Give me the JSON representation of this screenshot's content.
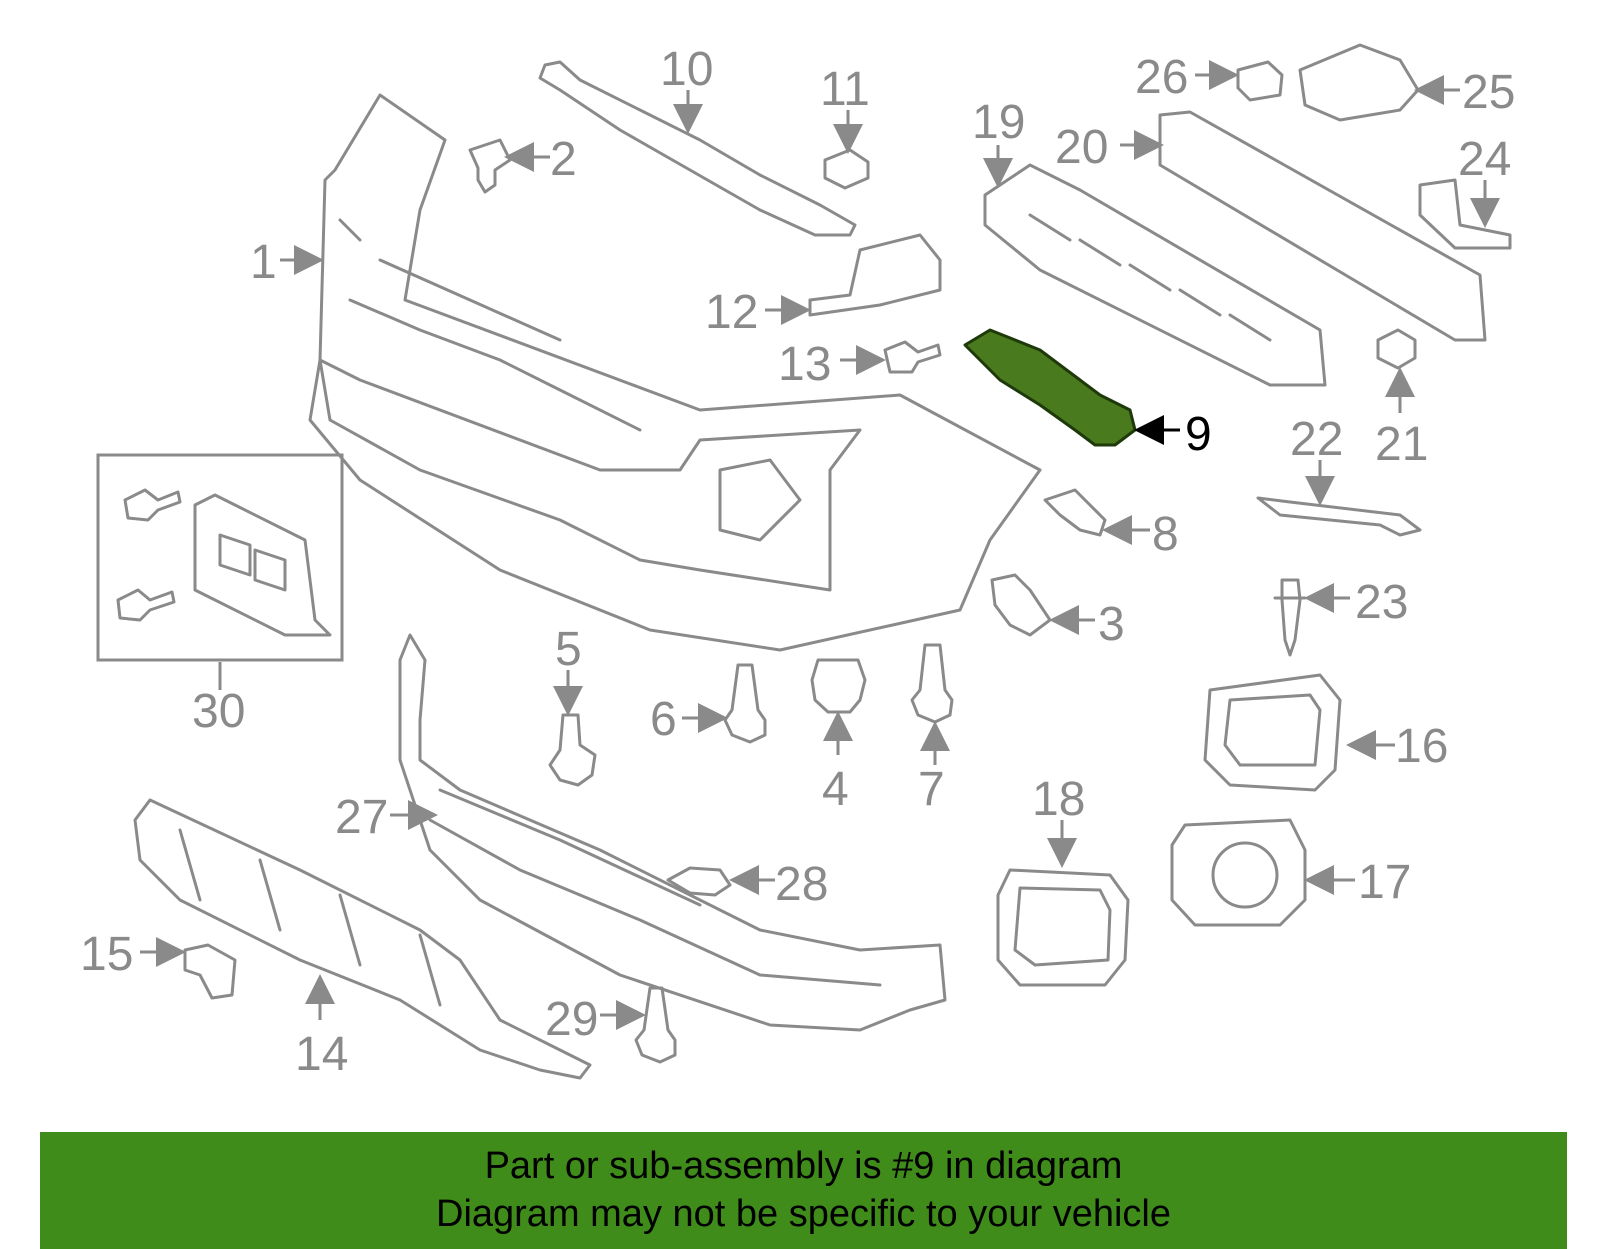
{
  "labels": {
    "n1": "1",
    "n2": "2",
    "n3": "3",
    "n4": "4",
    "n5": "5",
    "n6": "6",
    "n7": "7",
    "n8": "8",
    "n9": "9",
    "n10": "10",
    "n11": "11",
    "n12": "12",
    "n13": "13",
    "n14": "14",
    "n15": "15",
    "n16": "16",
    "n17": "17",
    "n18": "18",
    "n19": "19",
    "n20": "20",
    "n21": "21",
    "n22": "22",
    "n23": "23",
    "n24": "24",
    "n25": "25",
    "n26": "26",
    "n27": "27",
    "n28": "28",
    "n29": "29",
    "n30": "30"
  },
  "highlighted_part": "9",
  "colors": {
    "line": "#8a8a8a",
    "highlight": "#4a7a1e",
    "banner": "#3f8c1a"
  },
  "banner": {
    "line1": "Part or sub-assembly is #9 in diagram",
    "line2": "Diagram may not be specific to your vehicle"
  }
}
